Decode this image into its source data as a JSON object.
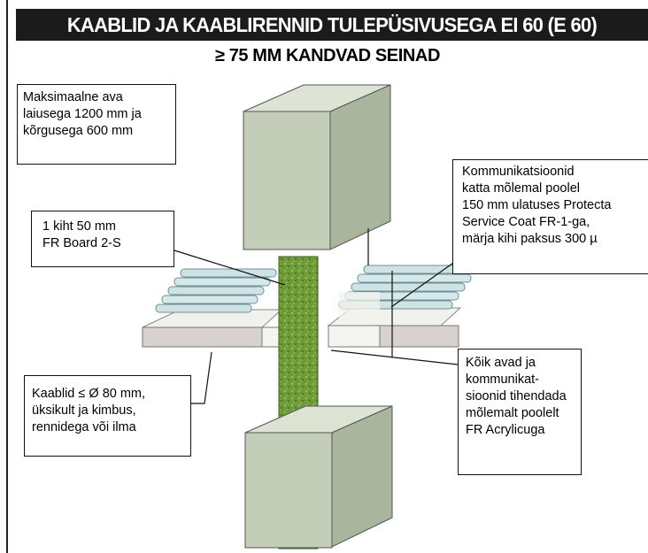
{
  "title": "KAABLID JA KAABLIRENNID TULEPÜSIVUSEGA EI 60 (E 60)",
  "subtitle": "≥ 75 MM KANDVAD SEINAD",
  "callouts": {
    "max_opening": "Maksimaalne ava\nlaiusega 1200 mm ja\nkõrgusega 600 mm",
    "board": "1 kiht 50 mm\nFR Board 2-S",
    "coat": "Kommunikatsioonid\nkatta mõlemal poolel\n150 mm ulatuses Protecta\nService Coat FR-1-ga,\nmärja kihi paksus 300 µ",
    "cables": "Kaablid ≤ Ø 80 mm,\nüksikult ja kimbus,\nrennidega või ilma",
    "seal": "Kõik avad ja\nkommunikat-\nsioonid tihendada\nmõlemalt poolelt\nFR Acrylicuga"
  },
  "colors": {
    "title_bar": "#1b1b1b",
    "wall": "#c3cdb7",
    "board": "#6f9a3a",
    "cable": "#cfe3e4",
    "coat": "#ecece4"
  }
}
